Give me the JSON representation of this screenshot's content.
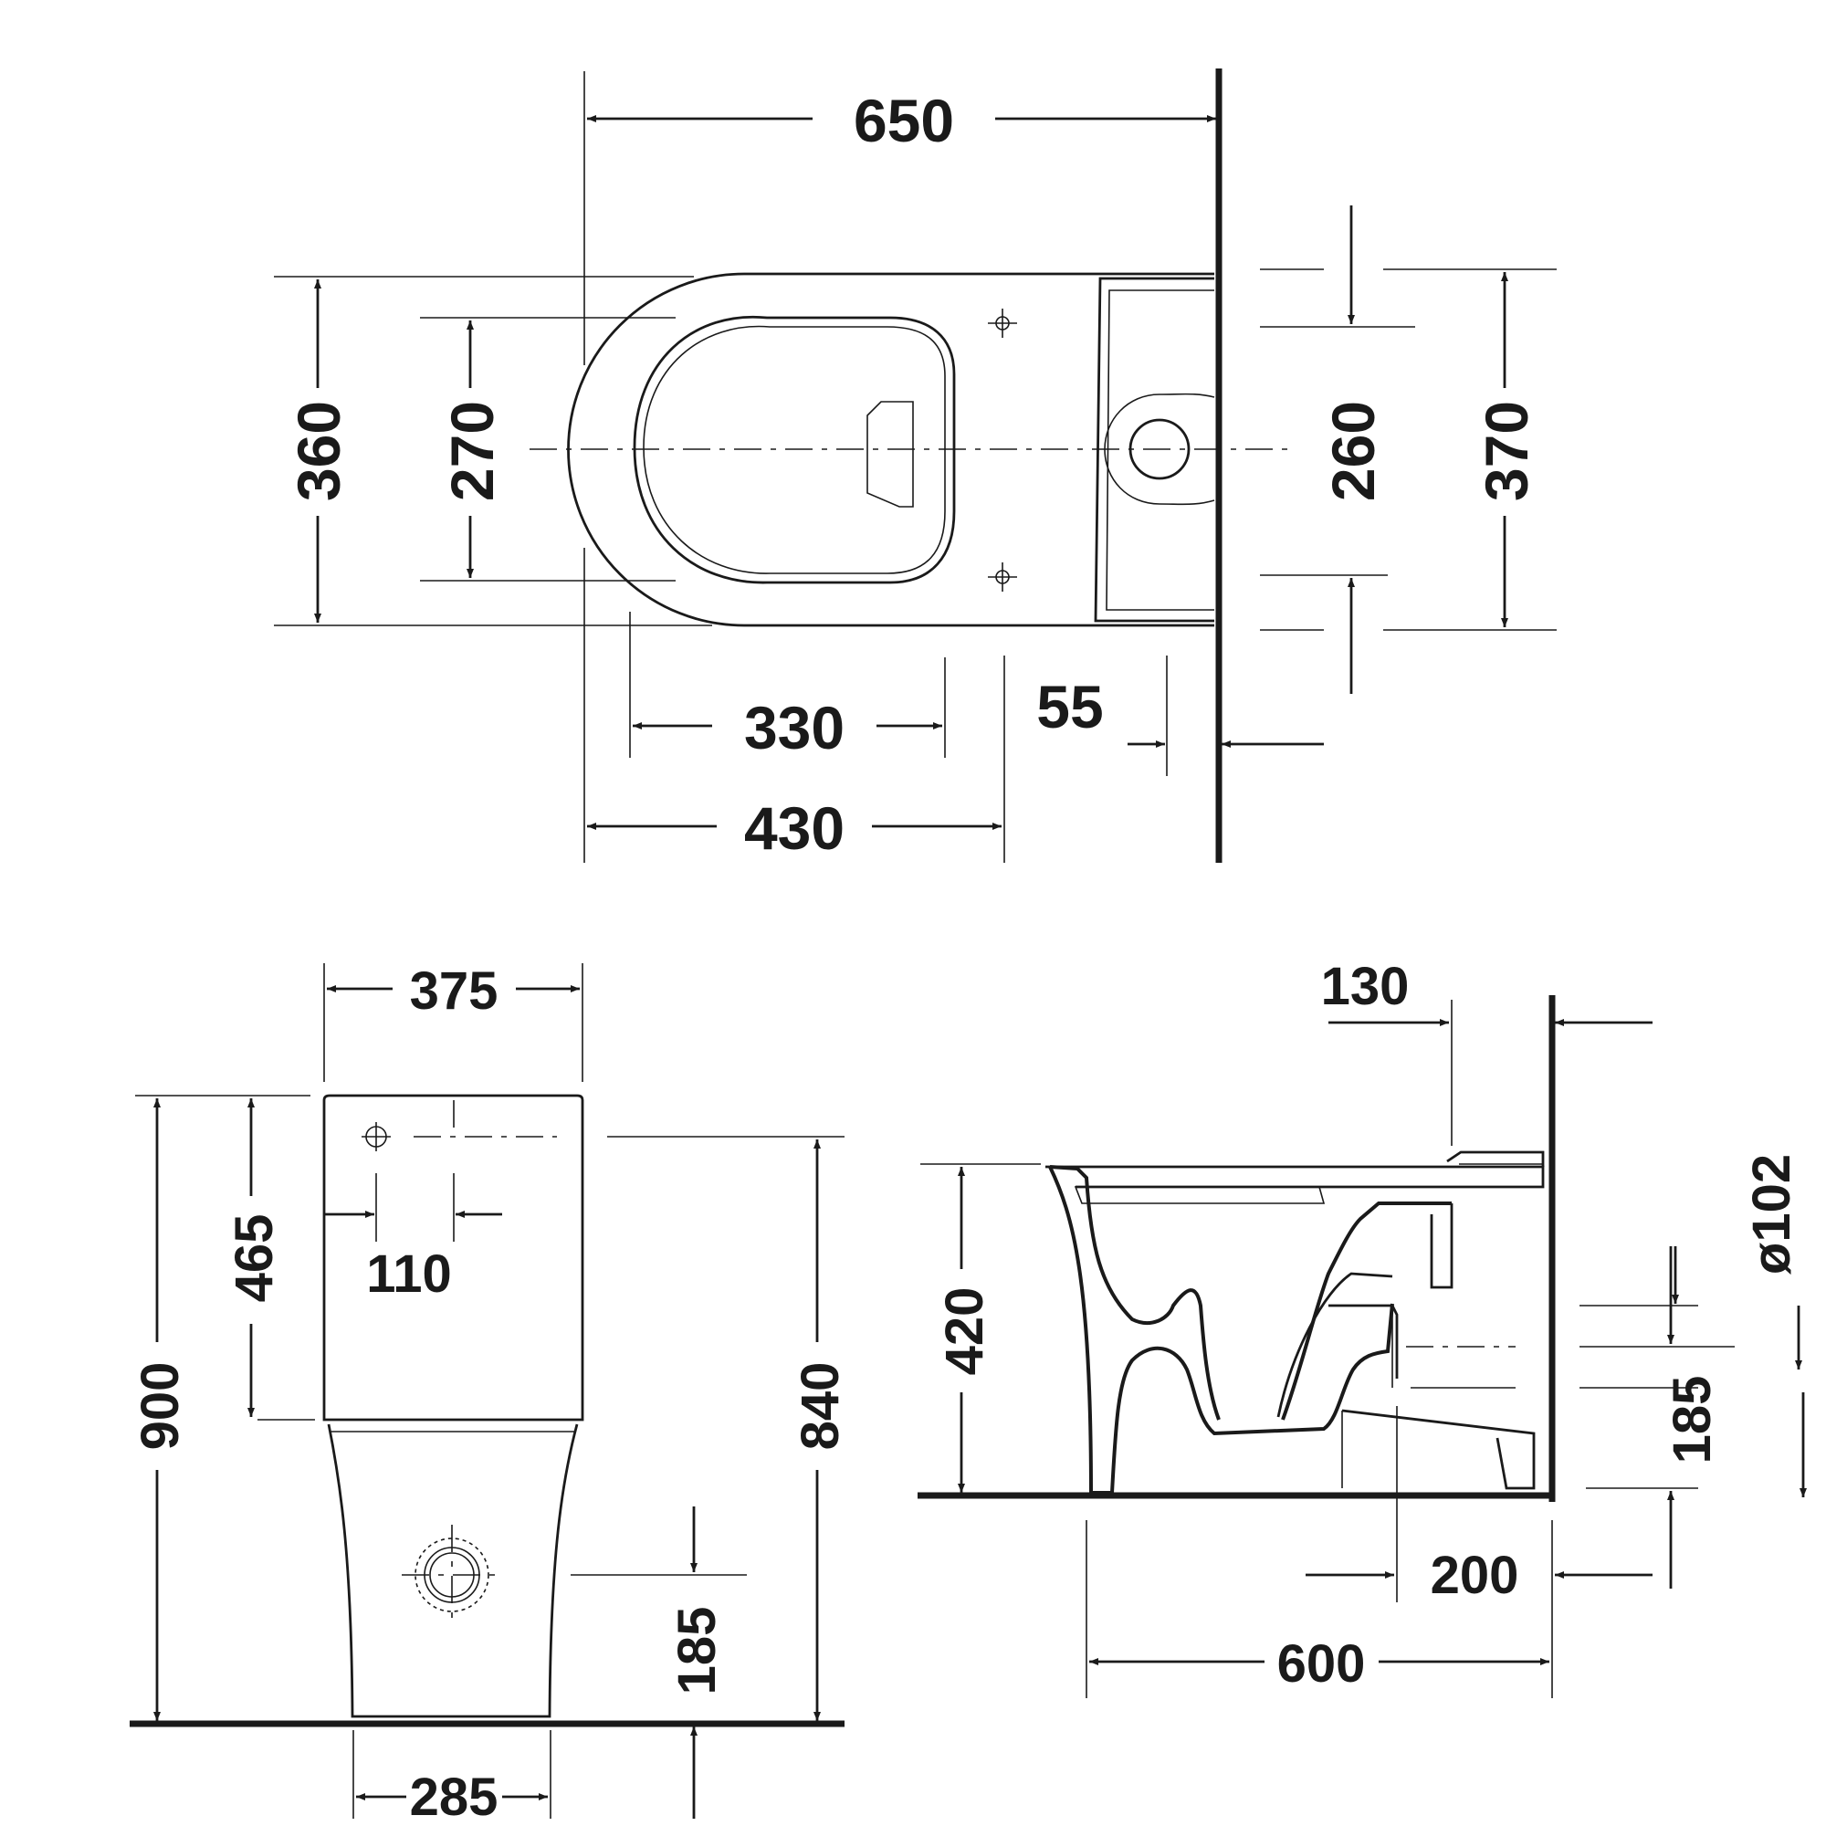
{
  "top_view": {
    "dims": {
      "overall_length": "650",
      "width_outer": "360",
      "seat_width": "270",
      "tank_inner": "260",
      "tank_outer": "370",
      "fixing_distance": "330",
      "wall_gap": "55",
      "bowl_to_axis": "430"
    }
  },
  "front_view": {
    "dims": {
      "tank_width": "375",
      "tank_height": "465",
      "button_offset": "110",
      "overall_height": "900",
      "tank_top_height": "840",
      "outlet_height": "185",
      "base_width": "285"
    }
  },
  "side_view": {
    "dims": {
      "wall_to_tank": "130",
      "seat_height": "420",
      "outlet_diameter": "ø102",
      "outlet_height": "185",
      "outlet_distance": "200",
      "overall_depth": "600"
    }
  }
}
